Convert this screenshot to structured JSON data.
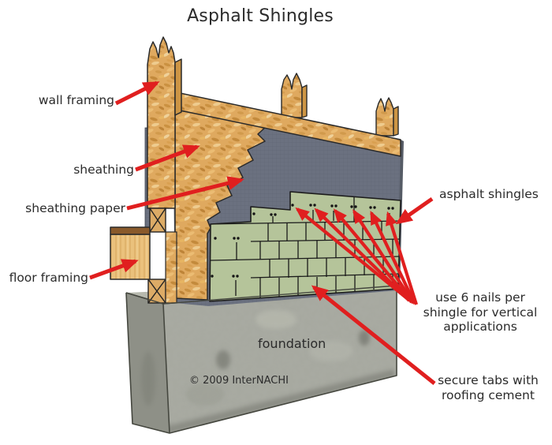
{
  "title": "Asphalt Shingles",
  "copyright": "© 2009 InterNACHI",
  "labels": {
    "wall_framing": "wall framing",
    "sheathing": "sheathing",
    "sheathing_paper": "sheathing paper",
    "floor_framing": "floor framing",
    "asphalt_shingles": "asphalt shingles",
    "nails_note": "use 6 nails per\nshingle for vertical\napplications",
    "secure_tabs": "secure tabs with\nroofing cement",
    "foundation": "foundation"
  },
  "colors": {
    "arrow": "#e01f1f",
    "shingle": "#b5c49a",
    "paper": "#6b7180",
    "osb": "#dfa95f",
    "osb_edge": "#cd9544",
    "concrete": "#a6a89f",
    "concrete_side": "#8e9087",
    "wood": "#eac17c",
    "wood_band": "#8a5a2b",
    "outline": "#1c1c1c",
    "text": "#2b2b2b"
  }
}
